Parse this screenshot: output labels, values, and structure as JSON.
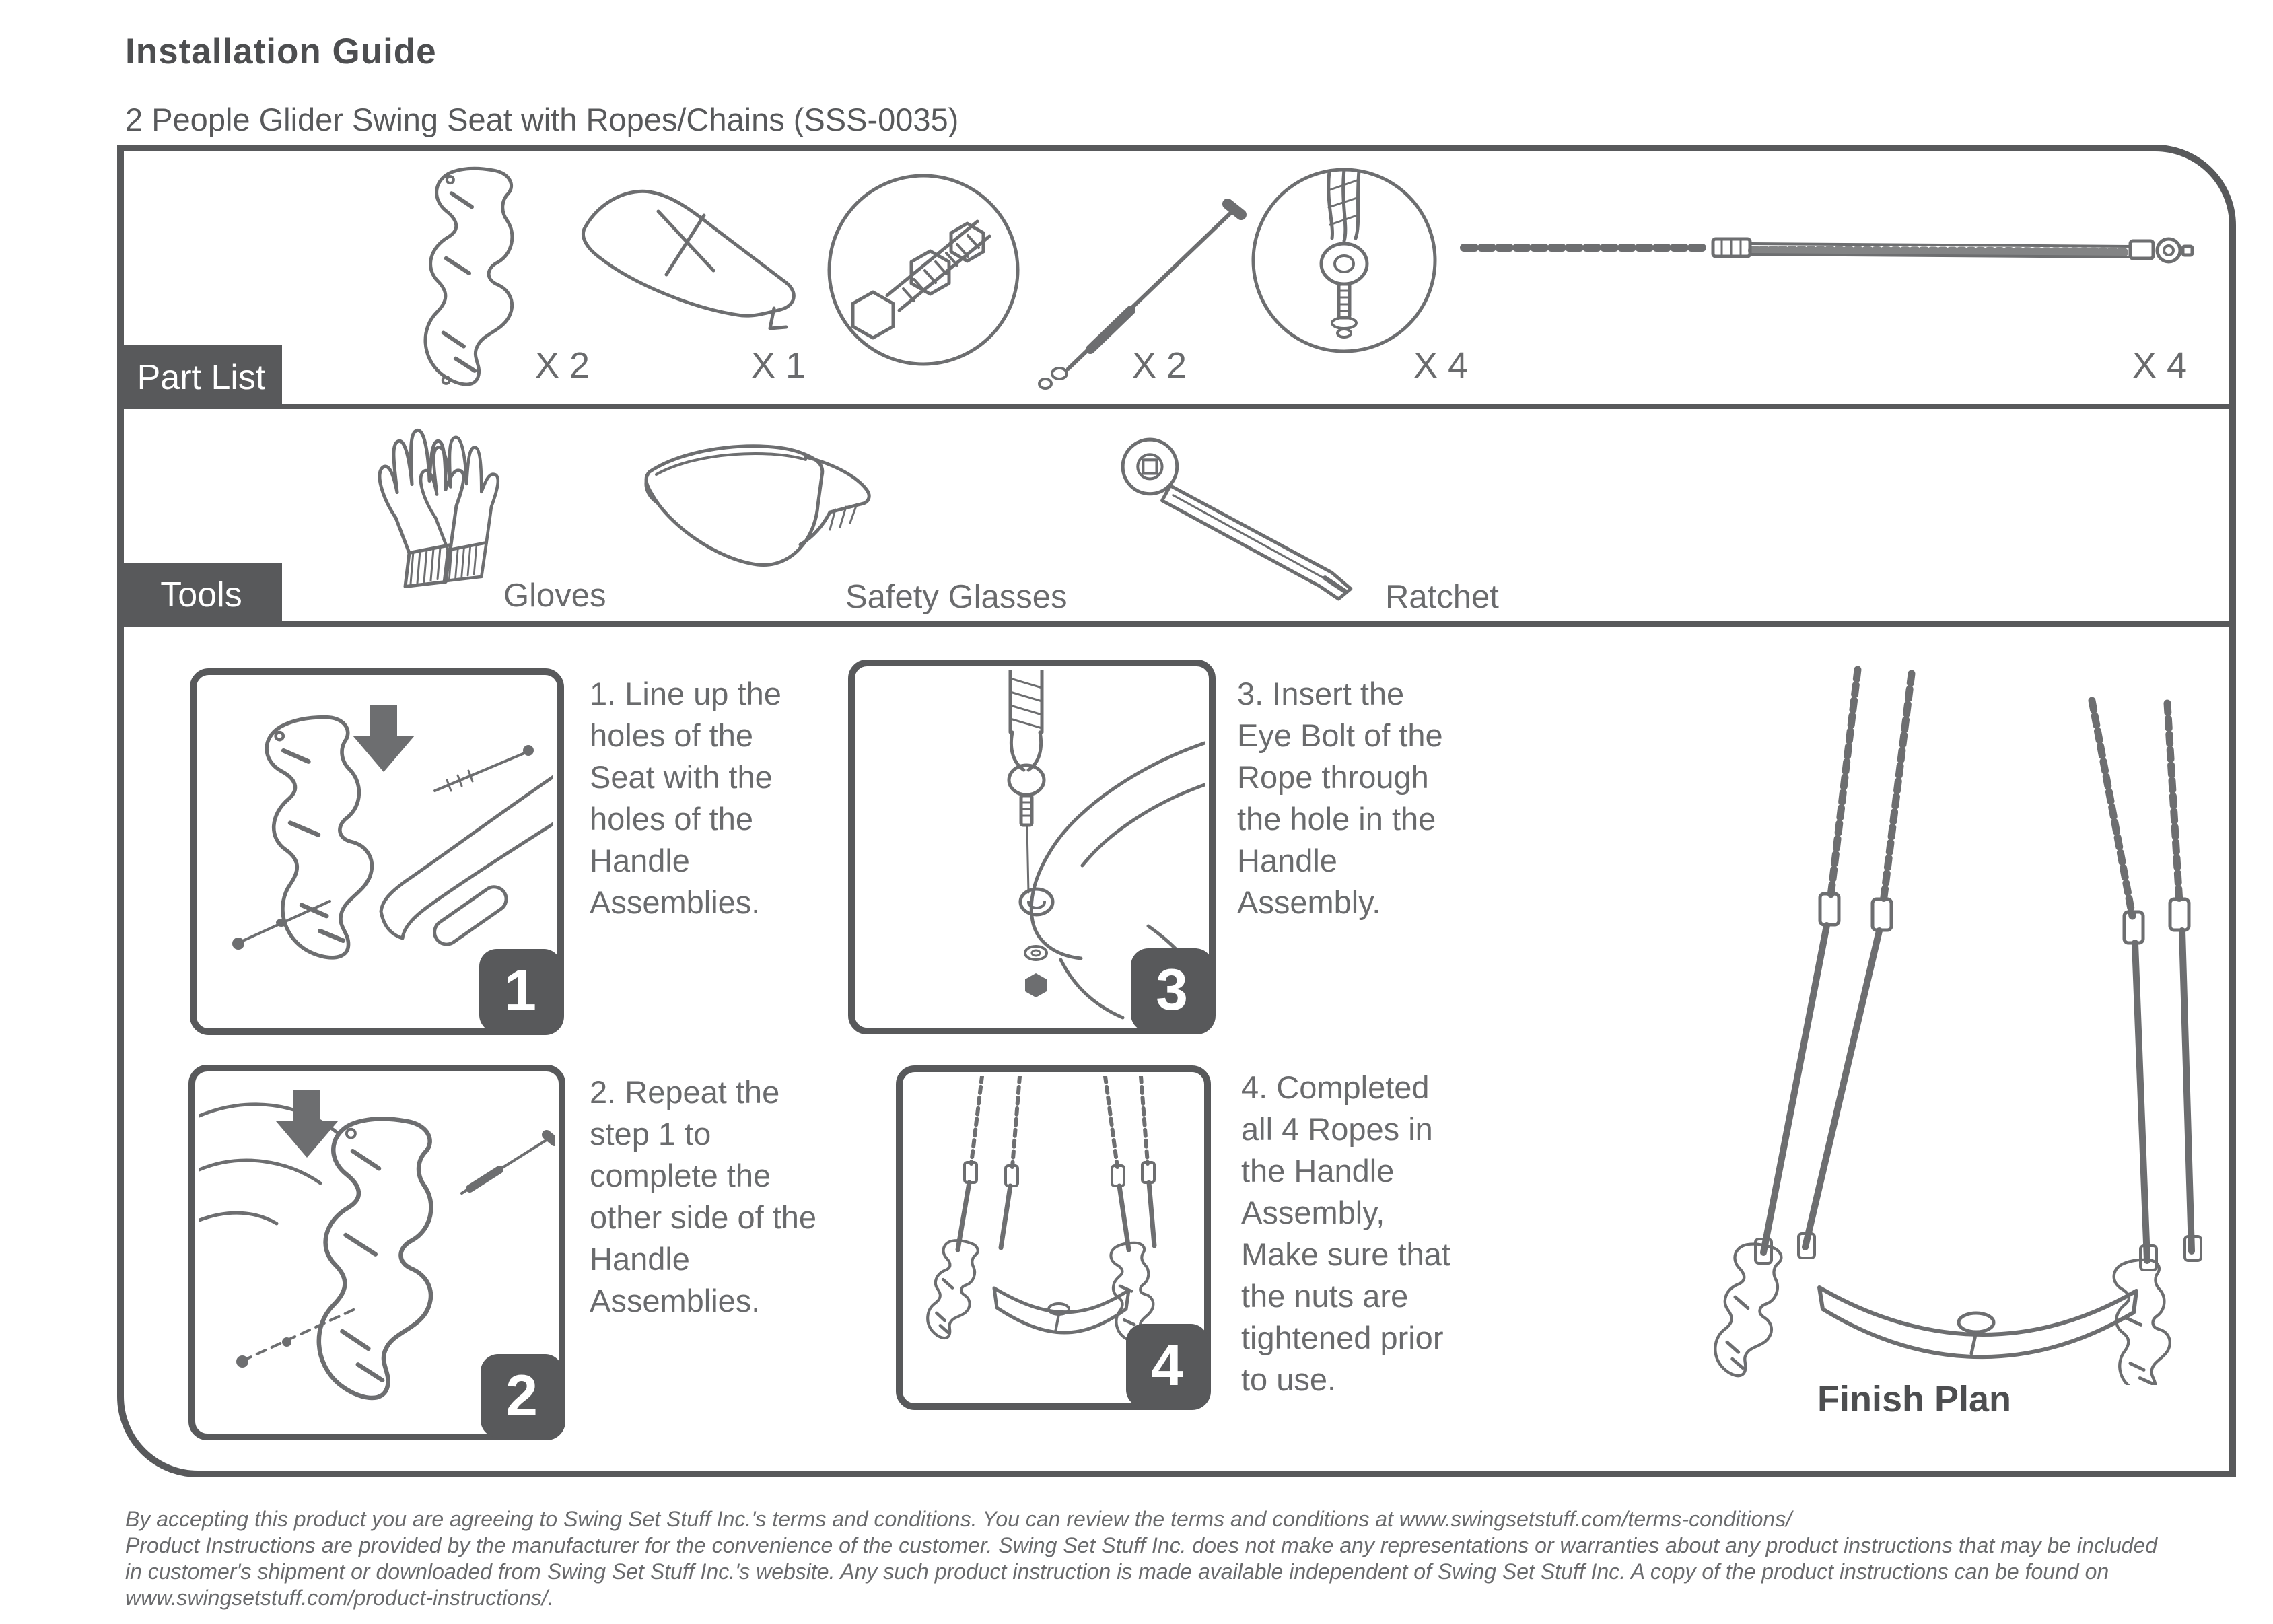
{
  "header": {
    "title": "Installation Guide",
    "subtitle": "2 People Glider Swing Seat with Ropes/Chains (SSS-0035)"
  },
  "sections": {
    "part_list_label": "Part List",
    "tools_label": "Tools"
  },
  "parts": [
    {
      "icon": "handle-assembly-icon",
      "qty": "X 2"
    },
    {
      "icon": "seat-icon",
      "qty": "X 1"
    },
    {
      "icon": "bolt-and-nuts-icon",
      "qty": "X 2"
    },
    {
      "icon": "rope-eye-bolt-icon",
      "qty": "X 4"
    },
    {
      "icon": "rope-chain-icon",
      "qty": "X 4"
    }
  ],
  "tools": [
    {
      "icon": "gloves-icon",
      "label": "Gloves"
    },
    {
      "icon": "safety-glasses-icon",
      "label": "Safety Glasses"
    },
    {
      "icon": "ratchet-icon",
      "label": "Ratchet"
    }
  ],
  "steps": [
    {
      "number": "1",
      "lines": [
        "1. Line up the",
        "holes of the",
        "Seat with the",
        "holes of the",
        "Handle",
        "Assemblies."
      ]
    },
    {
      "number": "2",
      "lines": [
        "2. Repeat the",
        "step 1 to",
        "complete the",
        "other side of the",
        "Handle",
        "Assemblies."
      ]
    },
    {
      "number": "3",
      "lines": [
        "3. Insert the",
        "Eye Bolt of the",
        "Rope through",
        "the hole in the",
        "Handle",
        "Assembly."
      ]
    },
    {
      "number": "4",
      "lines": [
        "4. Completed",
        "all 4 Ropes in",
        "the Handle",
        "Assembly,",
        "Make sure that",
        "the nuts are",
        "tightened prior",
        "to use."
      ]
    }
  ],
  "finish_plan": {
    "label": "Finish Plan"
  },
  "footer": {
    "lines": [
      "By accepting this product you are agreeing to Swing Set Stuff Inc.'s terms and conditions. You can review the terms and conditions at www.swingsetstuff.com/terms-conditions/",
      "Product Instructions are provided by the manufacturer for the convenience of the customer. Swing Set Stuff Inc. does not make any representations or warranties about any product instructions that may be included",
      "in customer's shipment or downloaded from Swing Set Stuff Inc.'s website. Any such product instruction is made available independent of Swing Set Stuff Inc. A copy of the product instructions can be found on",
      "www.swingsetstuff.com/product-instructions/."
    ]
  },
  "colors": {
    "accent": "#58595B",
    "line": "#6D6E70"
  }
}
